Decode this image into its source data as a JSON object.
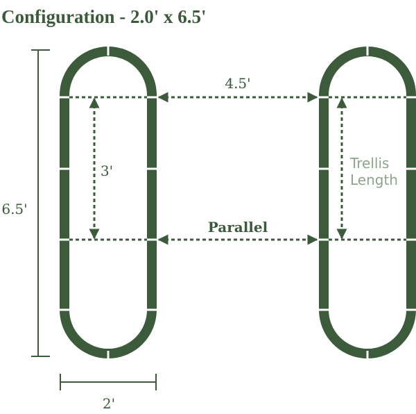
{
  "title": "Configuration - 2.0' x 6.5'",
  "labels": {
    "spacing": "4.5'",
    "trellis_span": "3'",
    "height": "6.5'",
    "width": "2'",
    "orientation": "Parallel",
    "trellis_line1": "Trellis",
    "trellis_line2": "Length"
  },
  "colors": {
    "primary": "#3b5b3b",
    "muted": "#8ba48b"
  }
}
